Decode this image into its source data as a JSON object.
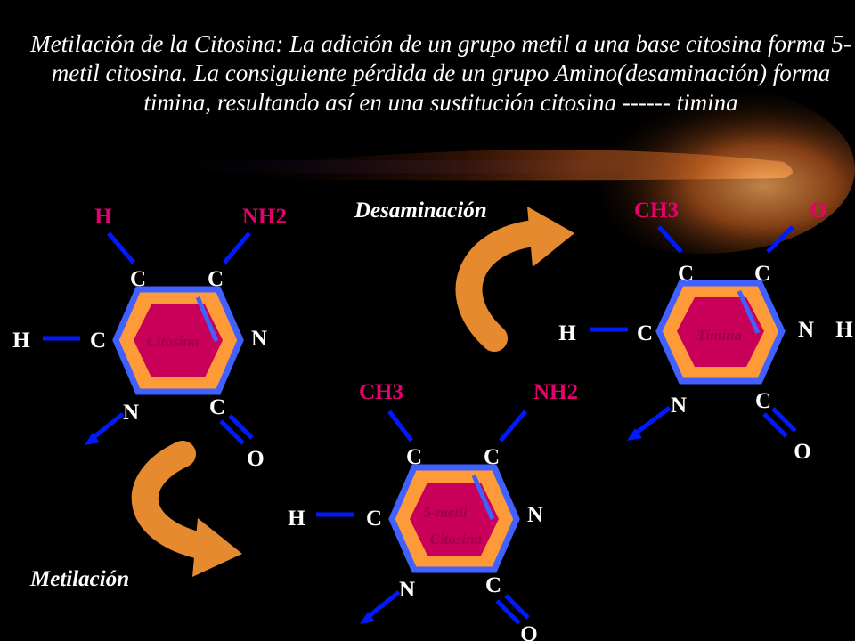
{
  "title": "Metilación de la Citosina: La adición de un grupo metil a una base citosina forma 5-metil citosina. La consiguiente pérdida de un grupo Amino(desaminación) forma timina, resultando así en una sustitución citosina ------ timina",
  "colors": {
    "background": "#000000",
    "bond_blue": "#0019ff",
    "ring_orange": "#ff9a38",
    "ring_core": "#c8005a",
    "label_red": "#e8006e",
    "arrow_orange": "#e58a2e"
  },
  "arrows": {
    "metilacion": "Metilación",
    "desaminacion": "Desaminación"
  },
  "citosina": {
    "ring_label": "Citosina",
    "atoms": {
      "top_left": "C",
      "top_right": "C",
      "left": "C",
      "right": "N",
      "bottom_left": "N",
      "bottom_right": "C"
    },
    "substituents": {
      "top_left": "H",
      "top_right": "NH2",
      "left": "H",
      "bottom_right": "O"
    }
  },
  "metil_citosina": {
    "ring_label_1": "5-metil",
    "ring_label_2": "Citosina",
    "atoms": {
      "top_left": "C",
      "top_right": "C",
      "left": "C",
      "right": "N",
      "bottom_left": "N",
      "bottom_right": "C"
    },
    "substituents": {
      "top_left": "CH3",
      "top_right": "NH2",
      "left": "H",
      "bottom_right": "O"
    }
  },
  "timina": {
    "ring_label": "Timina",
    "atoms": {
      "top_left": "C",
      "top_right": "C",
      "left": "C",
      "right": "N",
      "bottom_left": "N",
      "bottom_right": "C"
    },
    "substituents": {
      "top_left": "CH3",
      "top_right": "O",
      "left": "H",
      "right": "H",
      "bottom_right": "O"
    }
  }
}
